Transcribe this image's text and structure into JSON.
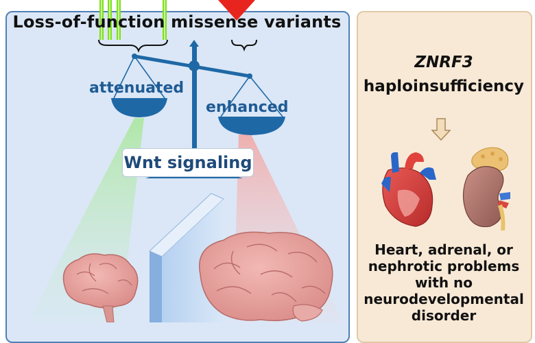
{
  "left_panel": {
    "title": "Loss-of-function missense variants",
    "left_pan_label": "attenuated",
    "right_pan_label": "enhanced",
    "center_label": "Wnt signaling"
  },
  "right_panel": {
    "gene": "ZNRF3",
    "subtitle": "haploinsufficiency",
    "outcome_lines": [
      "Heart, adrenal, or",
      "nephrotic problems",
      "with no",
      "neurodevelopmental",
      "disorder"
    ]
  },
  "colors": {
    "panel_left_bg": "#dbe7f6",
    "panel_right_bg": "#f8e9d6",
    "scale_blue": "#1f68a6",
    "green_variant": "#7ee01c",
    "red_variant": "#e8241e",
    "brain_pink": "#e39a97"
  }
}
